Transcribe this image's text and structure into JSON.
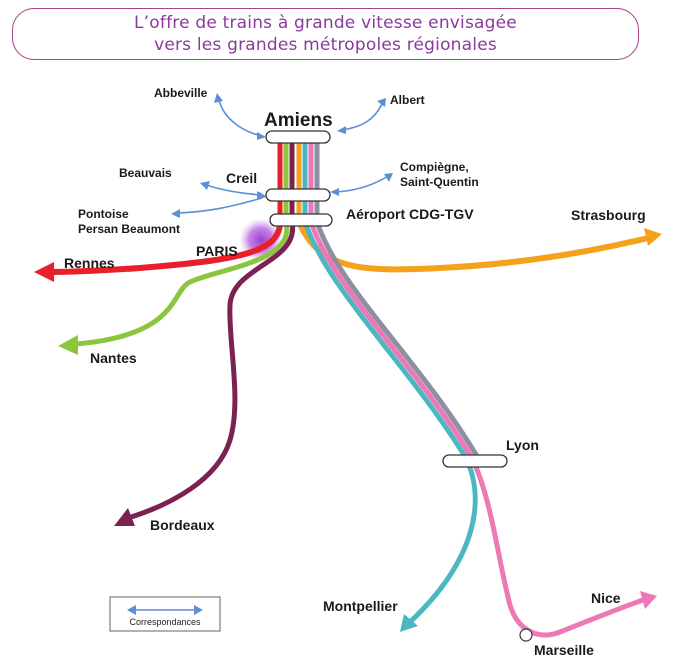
{
  "title": {
    "line1": "L’offre de trains à grande vitesse envisagée",
    "line2": "vers les grandes métropoles régionales"
  },
  "stations": {
    "amiens": "Amiens",
    "creil": "Creil",
    "cdg": "Aéroport CDG-TGV",
    "paris": "PARIS",
    "lyon": "Lyon"
  },
  "destinations": {
    "rennes": "Rennes",
    "nantes": "Nantes",
    "bordeaux": "Bordeaux",
    "strasbourg": "Strasbourg",
    "montpellier": "Montpellier",
    "marseille": "Marseille",
    "nice": "Nice"
  },
  "connections": {
    "abbeville": "Abbeville",
    "albert": "Albert",
    "beauvais": "Beauvais",
    "pontoise_line1": "Pontoise",
    "pontoise_line2": "Persan Beaumont",
    "compiegne_line1": "Compiègne,",
    "compiegne_line2": "Saint-Quentin"
  },
  "legend": {
    "label": "Correspondances"
  },
  "colors": {
    "title": "#8a3a9c",
    "rennes_line": "#e8202a",
    "nantes_line": "#8cc63f",
    "bordeaux_line": "#7b2252",
    "strasbourg_line": "#f5a21b",
    "montpellier_line": "#4bb7c0",
    "marseille_line": "#ee77b6",
    "trunk_grey": "#8e8fa3",
    "arrow_blue": "#5b8fd6",
    "paris_dot": "#9b3fd0"
  }
}
